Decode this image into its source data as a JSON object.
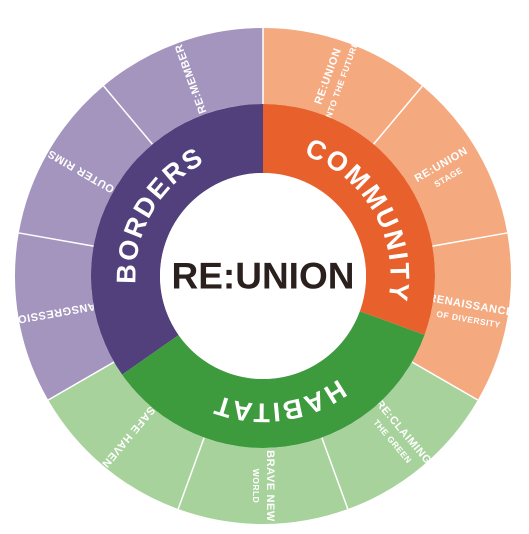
{
  "center": {
    "title": "RE:UNION"
  },
  "colors": {
    "borders_inner": "#52407d",
    "borders_outer": "#a495be",
    "community_inner": "#e8612d",
    "community_outer": "#f4a97f",
    "habitat_inner": "#3d9b3e",
    "habitat_outer": "#a7d29c",
    "center_fill": "#ffffff",
    "center_text": "#2a211e"
  },
  "pillars": [
    {
      "id": "borders",
      "label": "BORDERS",
      "segments": [
        {
          "lines": [
            "TRANSGRESSIONS"
          ]
        },
        {
          "lines": [
            "OUTER RIMS"
          ]
        },
        {
          "lines": [
            "RE:MEMBER"
          ]
        }
      ]
    },
    {
      "id": "community",
      "label": "COMMUNITY",
      "segments": [
        {
          "lines": [
            "RE:UNION",
            "INTO THE FUTURE"
          ]
        },
        {
          "lines": [
            "RE:UNION",
            "STAGE"
          ]
        },
        {
          "lines": [
            "RENAISSANCE",
            "OF DIVERSITY"
          ]
        }
      ]
    },
    {
      "id": "habitat",
      "label": "HABITAT",
      "segments": [
        {
          "lines": [
            "RE:CLAIMING",
            "THE GREEN"
          ]
        },
        {
          "lines": [
            "BRAVE NEW",
            "WORLD"
          ]
        },
        {
          "lines": [
            "SAFE HAVEN"
          ]
        }
      ]
    }
  ]
}
